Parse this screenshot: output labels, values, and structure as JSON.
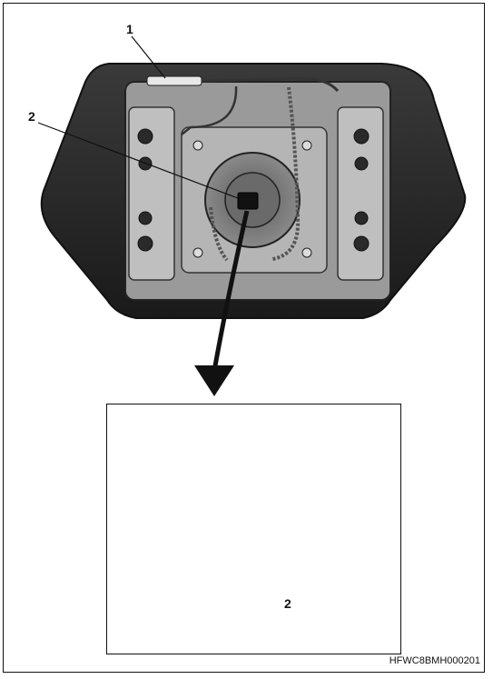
{
  "callouts": {
    "top_1": "1",
    "top_2": "2",
    "inset_2": "2"
  },
  "figure_id": "HFWC8BMH000201",
  "colors": {
    "line": "#111111",
    "cover_dark": "#262626",
    "module_gray": "#9a9a9a",
    "module_light": "#c9c9c9"
  }
}
